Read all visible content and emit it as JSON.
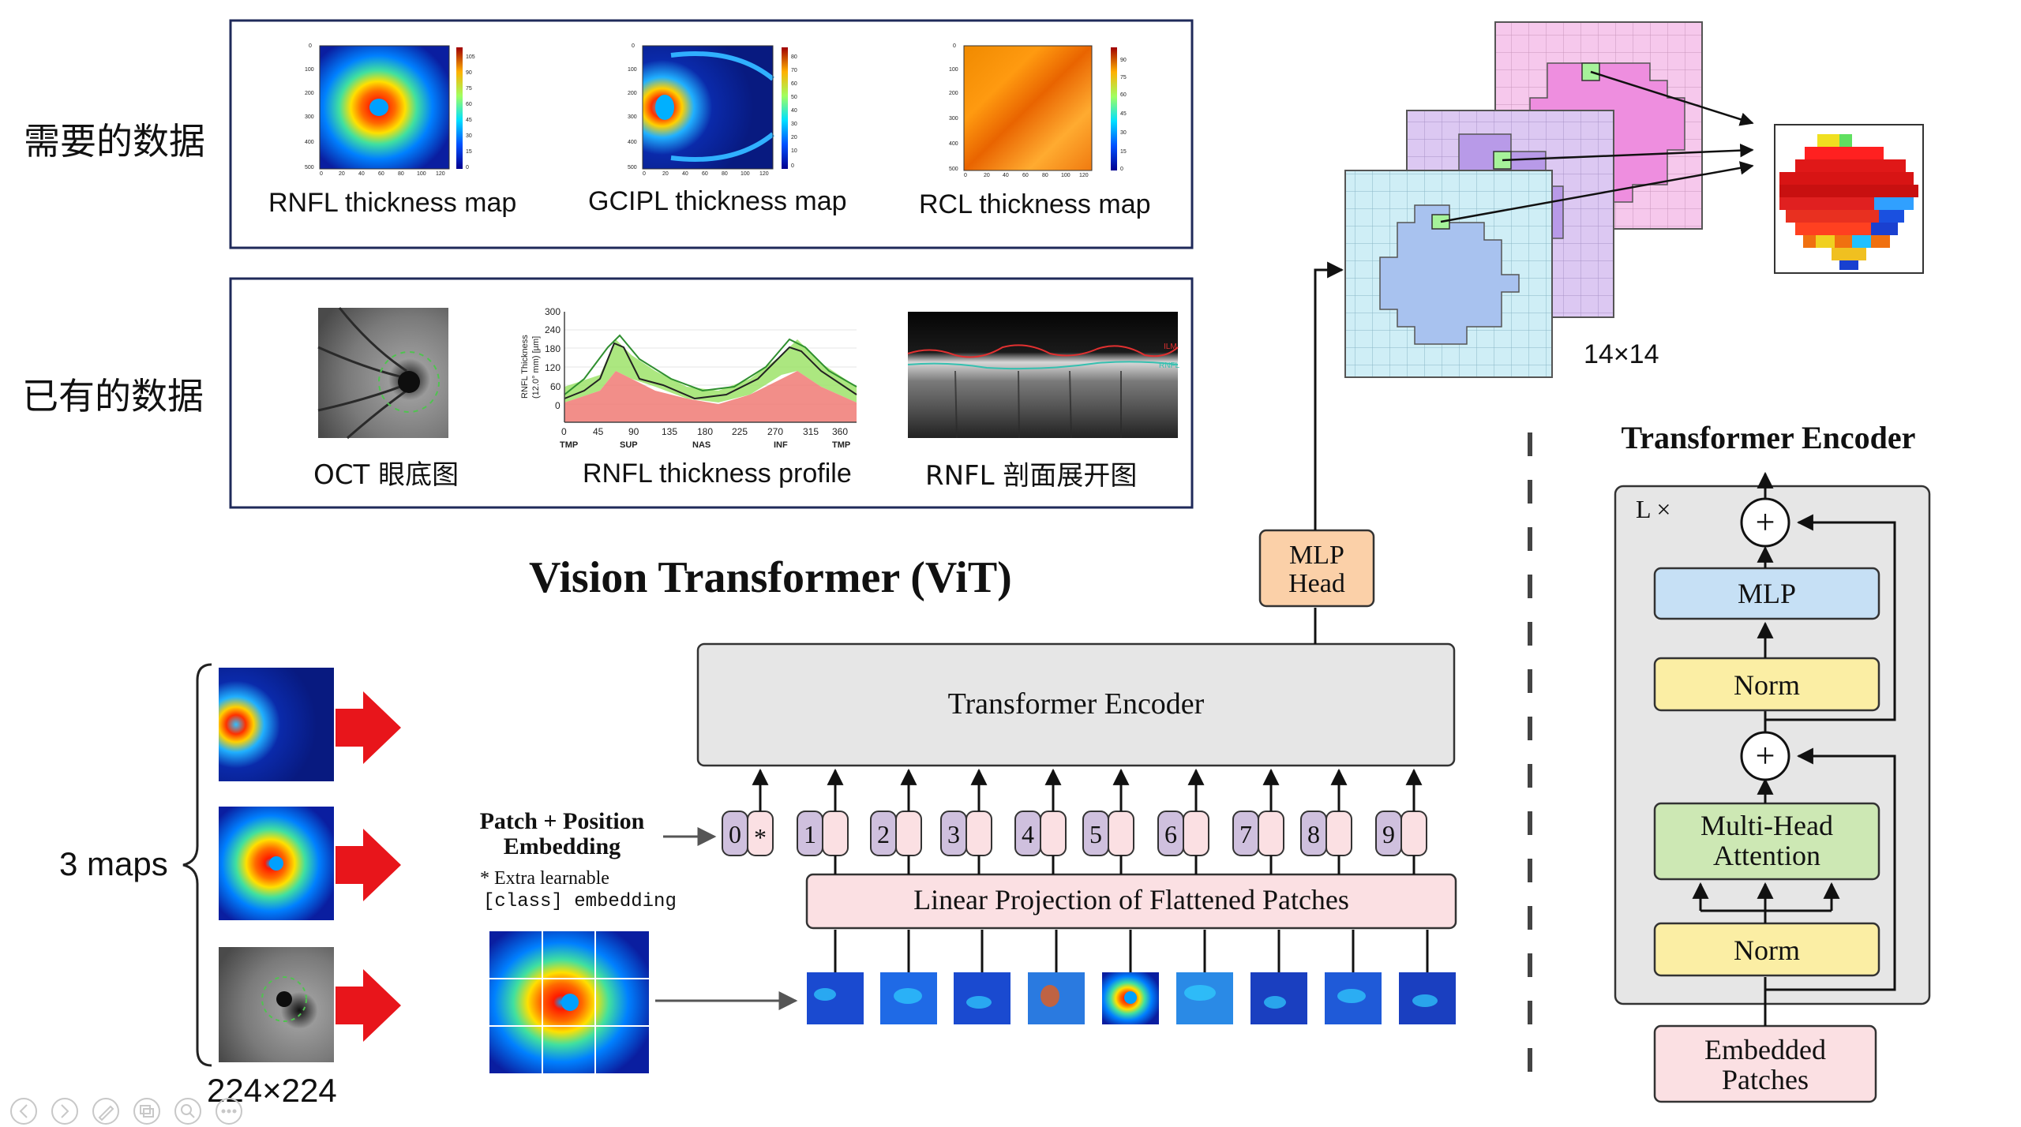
{
  "top_left": {
    "needed_label": "需要的数据",
    "existing_label": "已有的数据",
    "needed_maps": [
      {
        "caption": "RNFL thickness map",
        "scale": [
          "105",
          "90",
          "75",
          "60",
          "45",
          "30",
          "15",
          "0"
        ]
      },
      {
        "caption": "GCIPL thickness map",
        "scale": [
          "80",
          "70",
          "60",
          "50",
          "40",
          "30",
          "20",
          "10",
          "0"
        ]
      },
      {
        "caption": "RCL thickness map",
        "scale": [
          "90",
          "75",
          "60",
          "45",
          "30",
          "15",
          "0"
        ]
      }
    ],
    "axis_ticks_y": [
      "0",
      "100",
      "200",
      "300",
      "400",
      "500"
    ],
    "axis_ticks_x": [
      "0",
      "20",
      "40",
      "60",
      "80",
      "100",
      "120"
    ],
    "existing_items": [
      {
        "caption": "OCT 眼底图"
      },
      {
        "caption": "RNFL thickness profile"
      },
      {
        "caption": "RNFL 剖面展开图"
      }
    ],
    "profile_chart": {
      "ylabel_line1": "RNFL Thickness",
      "ylabel_line2": "(12.0° mm) [µm]",
      "y_ticks": [
        "300",
        "240",
        "180",
        "120",
        "60",
        "0"
      ],
      "x_ticks": [
        "0",
        "45",
        "90",
        "135",
        "180",
        "225",
        "270",
        "315",
        "360"
      ],
      "x_regions": [
        "TMP",
        "SUP",
        "NAS",
        "INF",
        "TMP"
      ]
    },
    "oct_labels": [
      "ILM",
      "RNFL"
    ]
  },
  "vit": {
    "title": "Vision Transformer (ViT)",
    "input_label": "3 maps",
    "input_size": "224×224",
    "patch_embedding_label": "Patch + Position\nEmbedding",
    "patch_embedding_line1": "Patch + Position",
    "patch_embedding_line2": "Embedding",
    "extra_note_line1": "* Extra learnable",
    "extra_note_line2": "[class] embedding",
    "encoder_label": "Transformer Encoder",
    "projection_label": "Linear Projection of Flattened Patches",
    "mlp_head_line1": "MLP",
    "mlp_head_line2": "Head",
    "tokens": [
      "0",
      "1",
      "2",
      "3",
      "4",
      "5",
      "6",
      "7",
      "8",
      "9"
    ],
    "class_token_mark": "*"
  },
  "output": {
    "grid_size_label": "14×14"
  },
  "encoder_detail": {
    "title": "Transformer Encoder",
    "repeat_label": "L ×",
    "mlp": "MLP",
    "norm_top": "Norm",
    "attention_line1": "Multi-Head",
    "attention_line2": "Attention",
    "norm_bottom": "Norm",
    "embedded_line1": "Embedded",
    "embedded_line2": "Patches",
    "plus": "+"
  },
  "colors": {
    "box_border": "#1f2a5a",
    "encoder_fill": "#e6e6e6",
    "projection_fill": "#fbe0e3",
    "mlp_head_fill": "#fbd0a8",
    "mlp_fill": "#c6e0f5",
    "norm_fill": "#fbeea4",
    "attention_fill": "#cde8b4",
    "embedded_fill": "#fbe0e3",
    "token_purple": "#cfc0de",
    "token_pink": "#fbe0e3",
    "arrow_red": "#e8151b",
    "grid_cyan": "#cfeef6",
    "grid_purple": "#dcc8f2",
    "grid_pink": "#f6c8ec",
    "blob_blue": "#a8c2ef",
    "blob_purple": "#b89ae8",
    "blob_pink": "#ee8edf"
  },
  "toolbar_icons": [
    "prev-icon",
    "next-icon",
    "pen-icon",
    "slides-icon",
    "zoom-icon",
    "more-icon"
  ]
}
